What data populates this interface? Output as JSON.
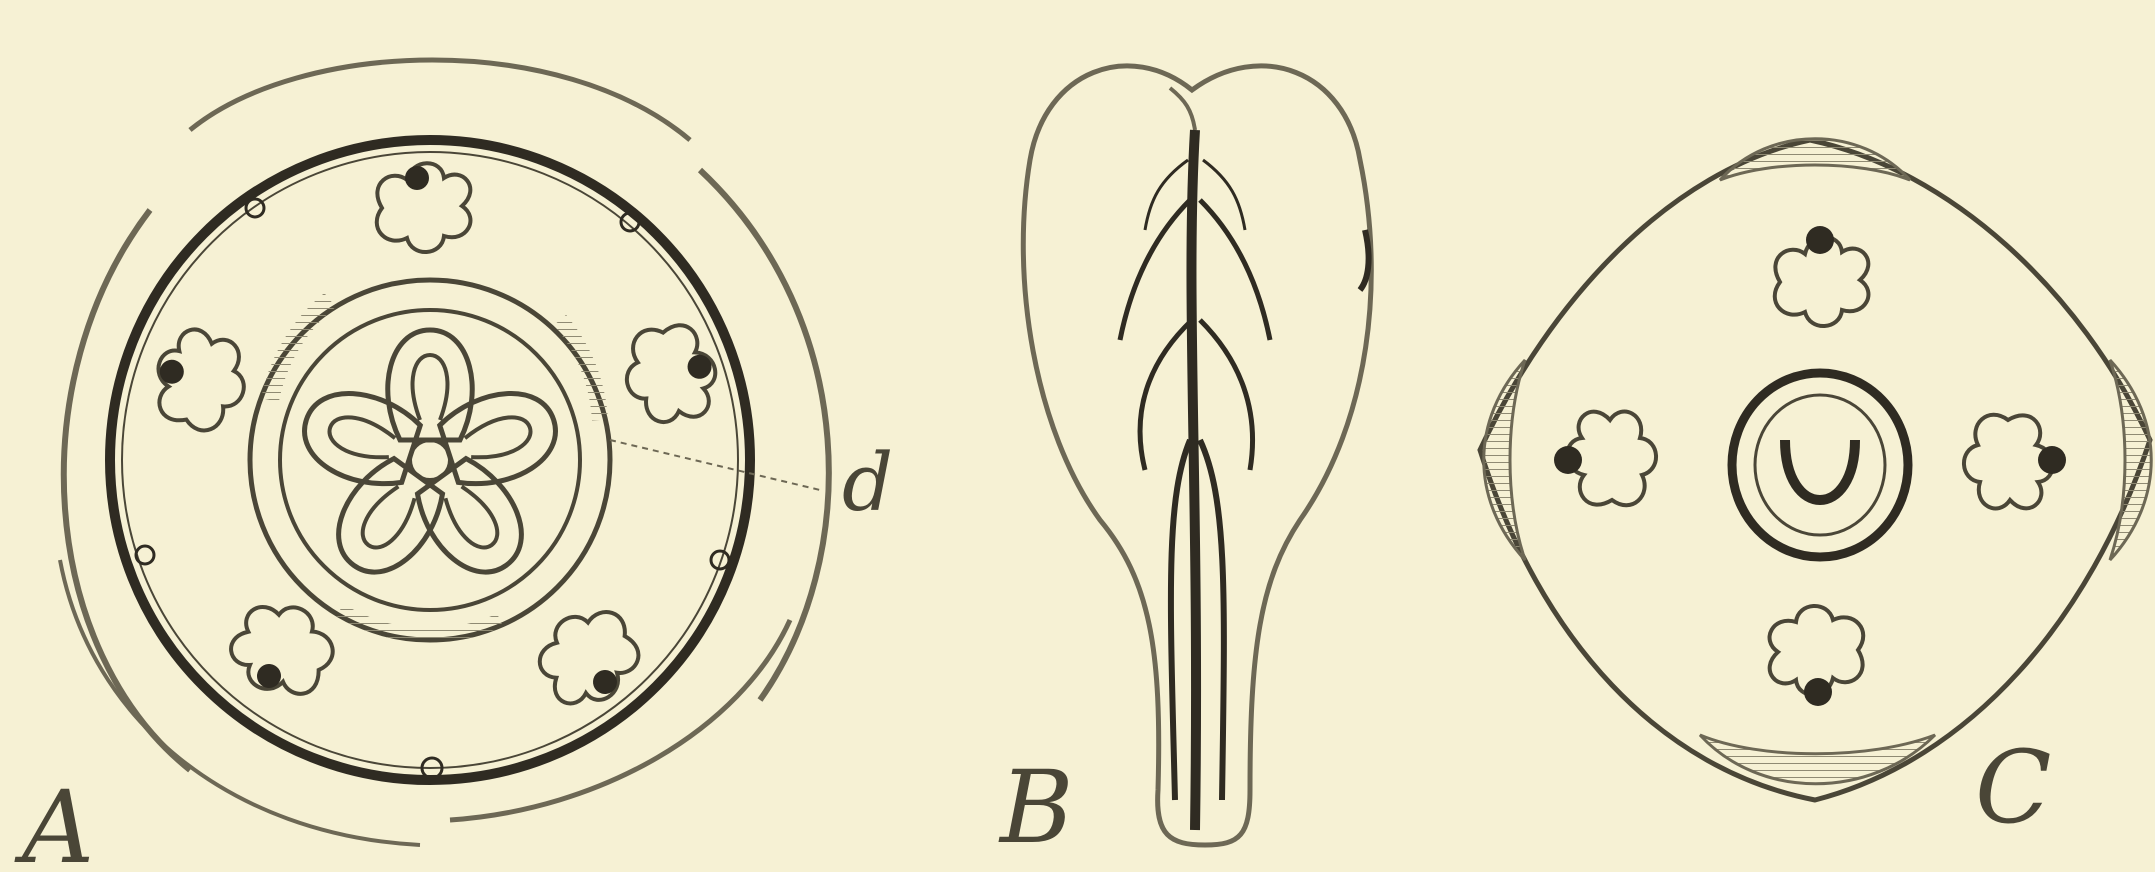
{
  "figures": {
    "A": {
      "label": "A",
      "annotation": "d"
    },
    "B": {
      "label": "B"
    },
    "C": {
      "label": "C"
    }
  },
  "colors": {
    "background": "#f6f1d4",
    "ink": "#4a4637",
    "dark_ink": "#2f2b22",
    "hatch": "#8f8a73"
  }
}
